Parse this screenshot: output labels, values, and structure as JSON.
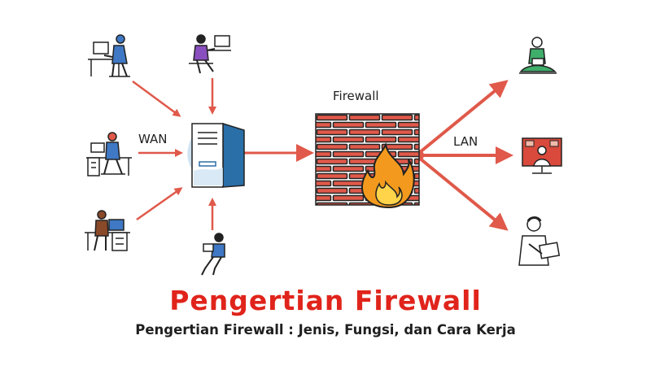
{
  "diagram": {
    "labels": {
      "wan": "WAN",
      "firewall": "Firewall",
      "lan": "LAN"
    },
    "colors": {
      "arrow": "#e0594a",
      "brick": "#e0594a",
      "server_accent": "#2a6fa8",
      "flame": "#f39a1e",
      "person_blue": "#3f78c4",
      "person_purple": "#8a4fbf",
      "person_green": "#3fae6a"
    },
    "icons": {
      "wan_clients": [
        "person-desk-computer-icon",
        "person-headset-computer-icon",
        "person-desk-laptop-icon",
        "person-desk-monitor-icon",
        "person-sitting-laptop-icon"
      ],
      "server": "server-icon",
      "firewall": "brick-wall-flame-icon",
      "lan_clients": [
        "person-meditating-laptop-icon",
        "video-call-monitor-icon",
        "person-holding-laptop-icon"
      ]
    }
  },
  "footer": {
    "title": "Pengertian Firewall",
    "subtitle": "Pengertian Firewall : Jenis, Fungsi, dan Cara Kerja"
  }
}
